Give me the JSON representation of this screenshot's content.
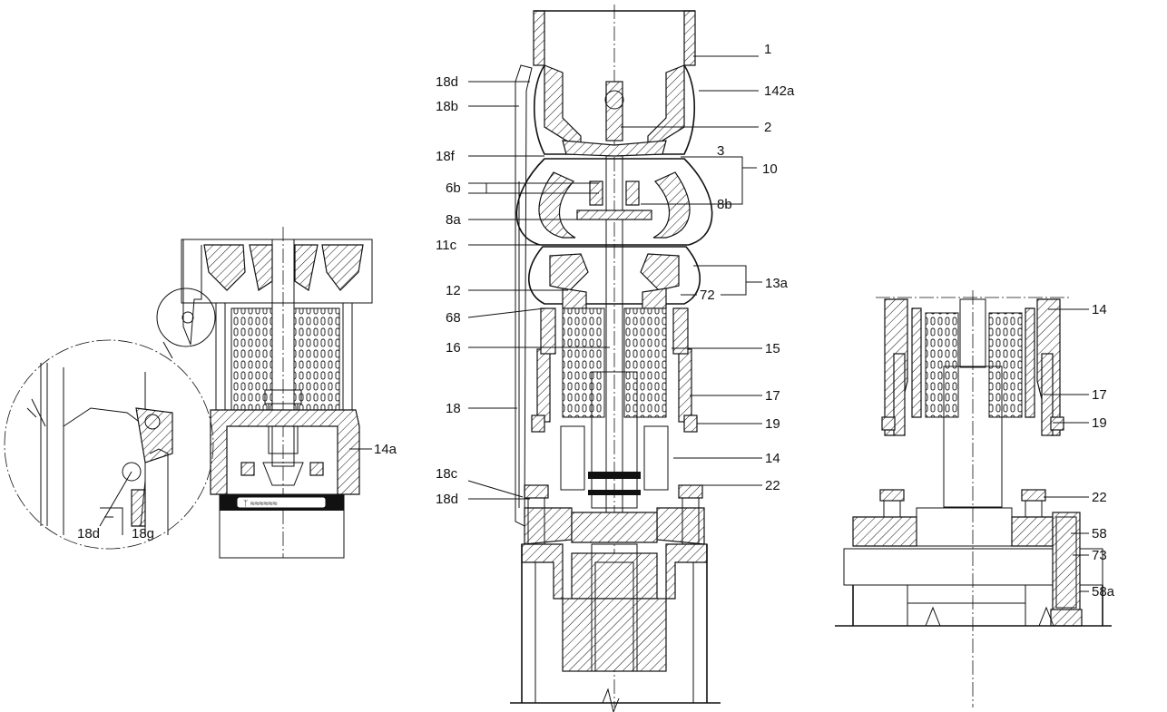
{
  "labels": {
    "l1": "1",
    "l142a": "142a",
    "l2": "2",
    "l3": "3",
    "l10": "10",
    "l8b": "8b",
    "l13a": "13a",
    "l72": "72",
    "l14_center": "14",
    "l15": "15",
    "l17_center": "17",
    "l19_center": "19",
    "l22_center": "22",
    "l18d_top": "18d",
    "l18b": "18b",
    "l18f": "18f",
    "l6b": "6b",
    "l8a": "8a",
    "l11c": "11c",
    "l12": "12",
    "l68": "68",
    "l16": "16",
    "l18": "18",
    "l18c": "18c",
    "l18d_bottom": "18d",
    "l14a": "14a",
    "l18d_detail": "18d",
    "l18g": "18g",
    "l14_right": "14",
    "l17_right": "17",
    "l19_right": "19",
    "l22_right": "22",
    "l58": "58",
    "l73": "73",
    "l58a": "58a"
  },
  "icons": [
    "pump-cross-section",
    "detail-magnifier-circle",
    "break-line"
  ]
}
